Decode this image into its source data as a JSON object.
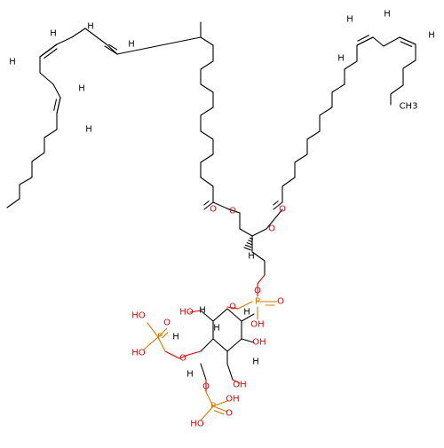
{
  "colors": {
    "carbon": "#000000",
    "oxygen": "#e00000",
    "phosphorus": "#d97a00",
    "background": "#ffffff"
  },
  "labels": {
    "H": "H",
    "O": "O",
    "P": "P",
    "OH": "OH",
    "HO": "HO",
    "CH3": "CH3"
  }
}
